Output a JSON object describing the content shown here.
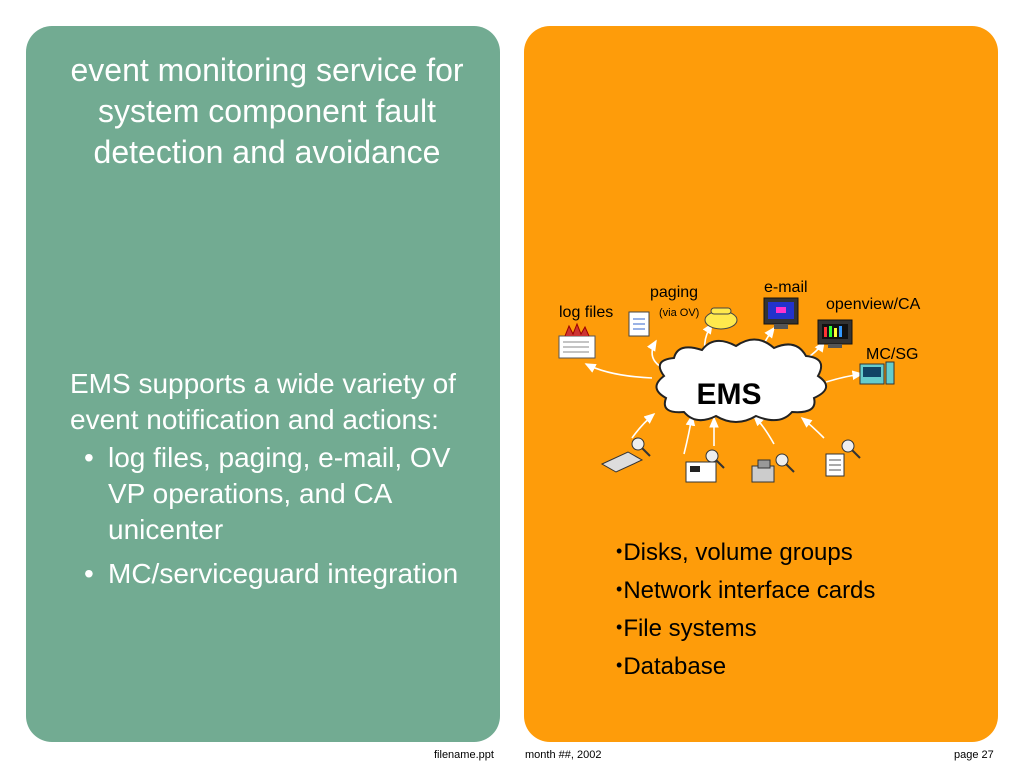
{
  "left_panel": {
    "title": "event monitoring service for system component fault detection and avoidance",
    "intro": "EMS supports a wide variety of event notification and actions:",
    "bullets": [
      "log files, paging, e-mail, OV  VP operations, and CA unicenter",
      "MC/serviceguard integration"
    ]
  },
  "diagram": {
    "center_label": "EMS",
    "labels": {
      "log_files": "log files",
      "paging": "paging",
      "paging_sub": "(via OV)",
      "email": "e-mail",
      "openview": "openview/CA",
      "mcsg": "MC/SG"
    }
  },
  "right_panel": {
    "bullet_char": "•",
    "items": [
      "Disks, volume groups",
      "Network interface cards",
      "File systems",
      "Database"
    ]
  },
  "footer": {
    "filename": "filename.ppt",
    "date": "month ##, 2002",
    "page": "page 27"
  },
  "colors": {
    "left_panel_bg": "#72ab92",
    "right_panel_bg": "#fe9c0a",
    "title_text": "#ffffff"
  }
}
